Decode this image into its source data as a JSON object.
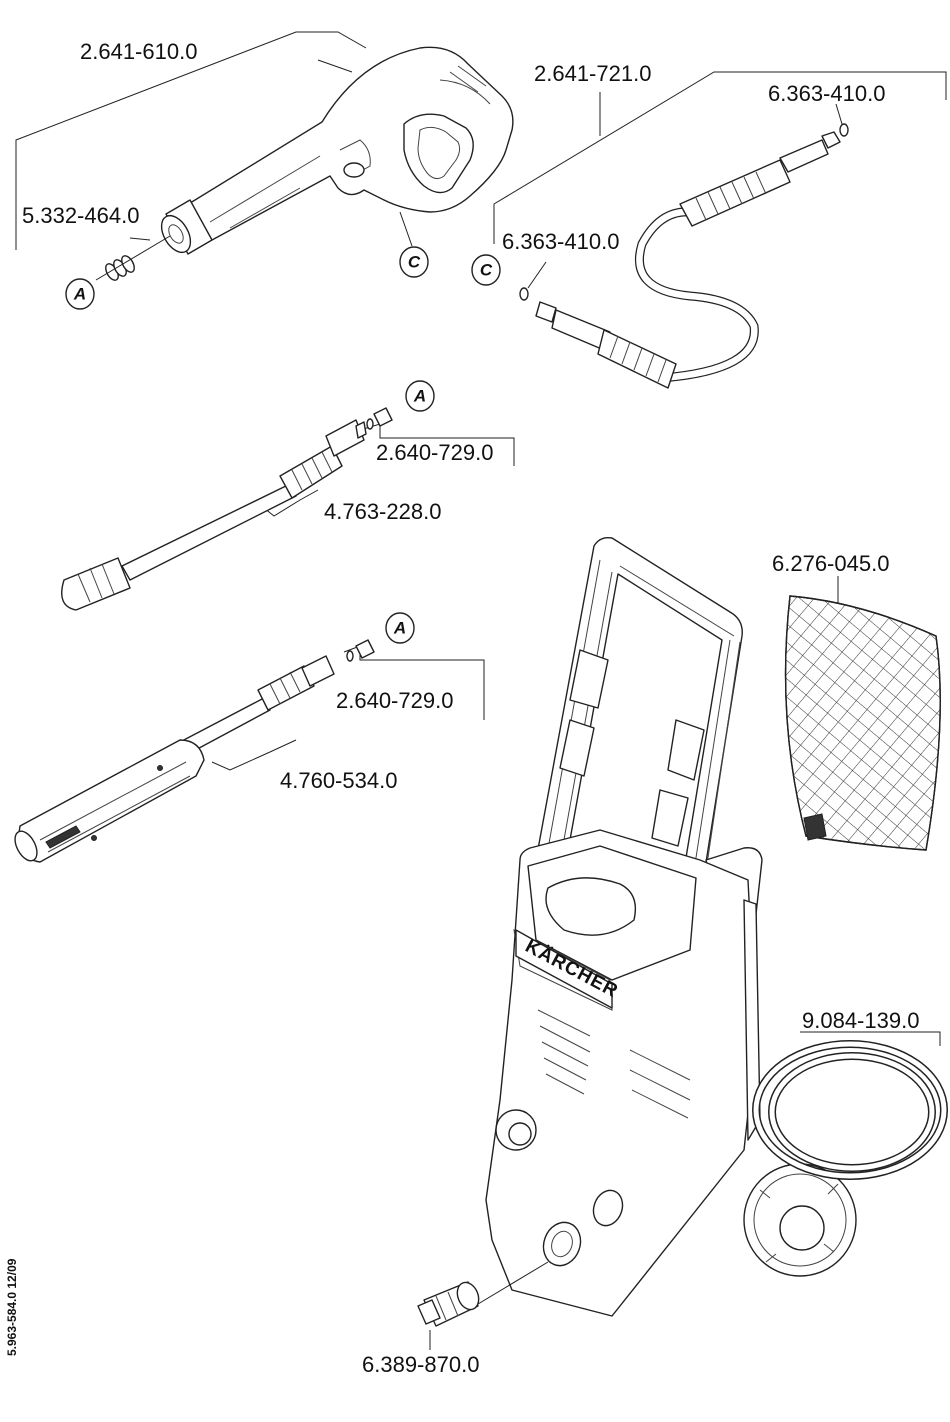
{
  "part_numbers": {
    "trigger_gun": "2.641-610.0",
    "hp_hose": "2.641-721.0",
    "oring_hose_end": "6.363-410.0",
    "oring_hose_start": "6.363-410.0",
    "gun_orings": "5.332-464.0",
    "nozzle_seal_1": "2.640-729.0",
    "dirt_blaster": "4.763-228.0",
    "nozzle_seal_2": "2.640-729.0",
    "vario_lance": "4.760-534.0",
    "filter": "6.276-045.0",
    "power_cord": "9.084-139.0",
    "water_coupling": "6.389-870.0"
  },
  "callouts": {
    "a1": "A",
    "a2": "A",
    "a3": "A",
    "c1": "C",
    "c2": "C"
  },
  "brand": "KÄRCHER",
  "doc_code": "5.963-584.0  12/09"
}
